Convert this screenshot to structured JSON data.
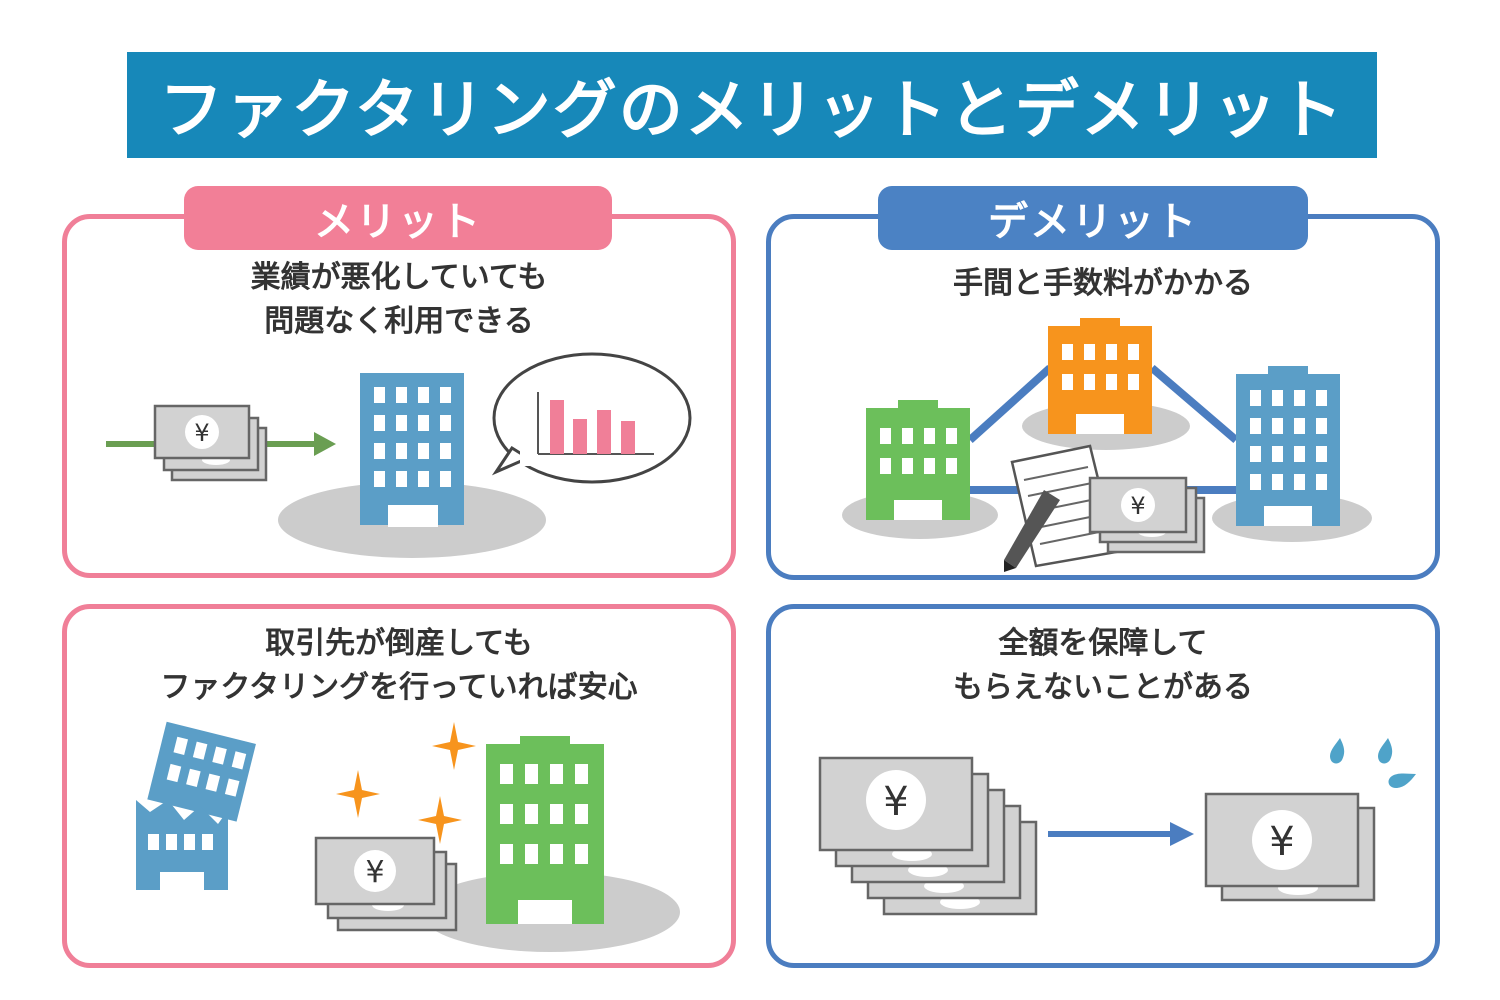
{
  "title": "ファクタリングのメリットとデメリット",
  "merit": {
    "label": "メリット",
    "items": [
      {
        "caption_line1": "業績が悪化していても",
        "caption_line2": "問題なく利用できる"
      },
      {
        "caption_line1": "取引先が倒産しても",
        "caption_line2": "ファクタリングを行っていれば安心"
      }
    ]
  },
  "demerit": {
    "label": "デメリット",
    "items": [
      {
        "caption_line1": "手間と手数料がかかる",
        "caption_line2": ""
      },
      {
        "caption_line1": "全額を保障して",
        "caption_line2": "もらえないことがある"
      }
    ]
  },
  "yen_symbol": "¥",
  "colors": {
    "title_bg": "#1788b9",
    "merit": "#f27f97",
    "demerit": "#4b82c4",
    "building_blue": "#5b9ec7",
    "building_green": "#6cbf5b",
    "building_orange": "#f7941d",
    "arrow_green": "#6a9e52",
    "sparkle": "#f7941d"
  },
  "icons": [
    "yen-bill-icon",
    "building-icon",
    "bar-chart-bubble-icon",
    "document-pen-icon",
    "sparkle-icon",
    "sweat-drop-icon",
    "arrow-icon"
  ]
}
